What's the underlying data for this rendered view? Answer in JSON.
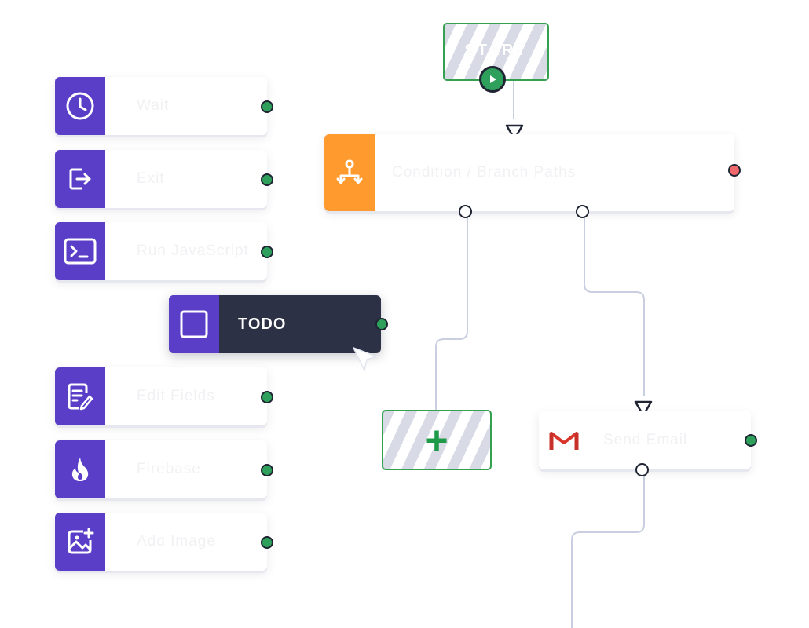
{
  "canvas": {
    "start_node": {
      "label": "START"
    },
    "add_node": {
      "label": "+"
    },
    "todo_node": {
      "label": "TODO",
      "icon": "square-icon"
    },
    "palette": [
      {
        "label": "Wait",
        "icon": "clock-icon"
      },
      {
        "label": "Exit",
        "icon": "exit-icon"
      },
      {
        "label": "Run JavaScript",
        "icon": "terminal-icon"
      },
      {
        "label": "Edit Fields",
        "icon": "edit-document-icon"
      },
      {
        "label": "Firebase",
        "icon": "flame-icon"
      },
      {
        "label": "Add Image",
        "icon": "image-add-icon"
      }
    ],
    "branch_node": {
      "label": "Condition / Branch Paths",
      "icon": "branch-icon",
      "color": "#ff9a2e"
    },
    "gmail_node": {
      "label": "Send Email",
      "icon": "gmail-icon"
    }
  },
  "colors": {
    "purple": "#5b3ec8",
    "orange": "#ff9a2e",
    "port_green": "#2ea05c",
    "port_red": "#f0686c",
    "todo_bg": "#2d3146",
    "wire": "#c9cfe0"
  }
}
